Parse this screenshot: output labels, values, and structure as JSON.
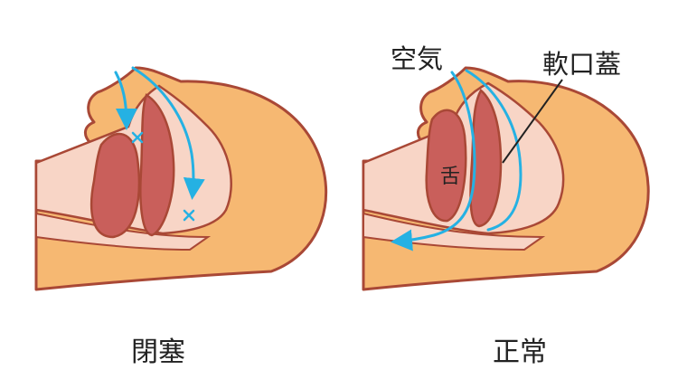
{
  "panels": [
    {
      "caption": "閉塞"
    },
    {
      "caption": "正常"
    }
  ],
  "annotations": {
    "air": "空気",
    "soft_palate": "軟口蓋",
    "tongue": "舌"
  },
  "colors": {
    "skin": "#f6b872",
    "outline": "#a94836",
    "airway": "#f8d5c6",
    "muscle": "#c95f5b",
    "airflow": "#25b1e3"
  }
}
